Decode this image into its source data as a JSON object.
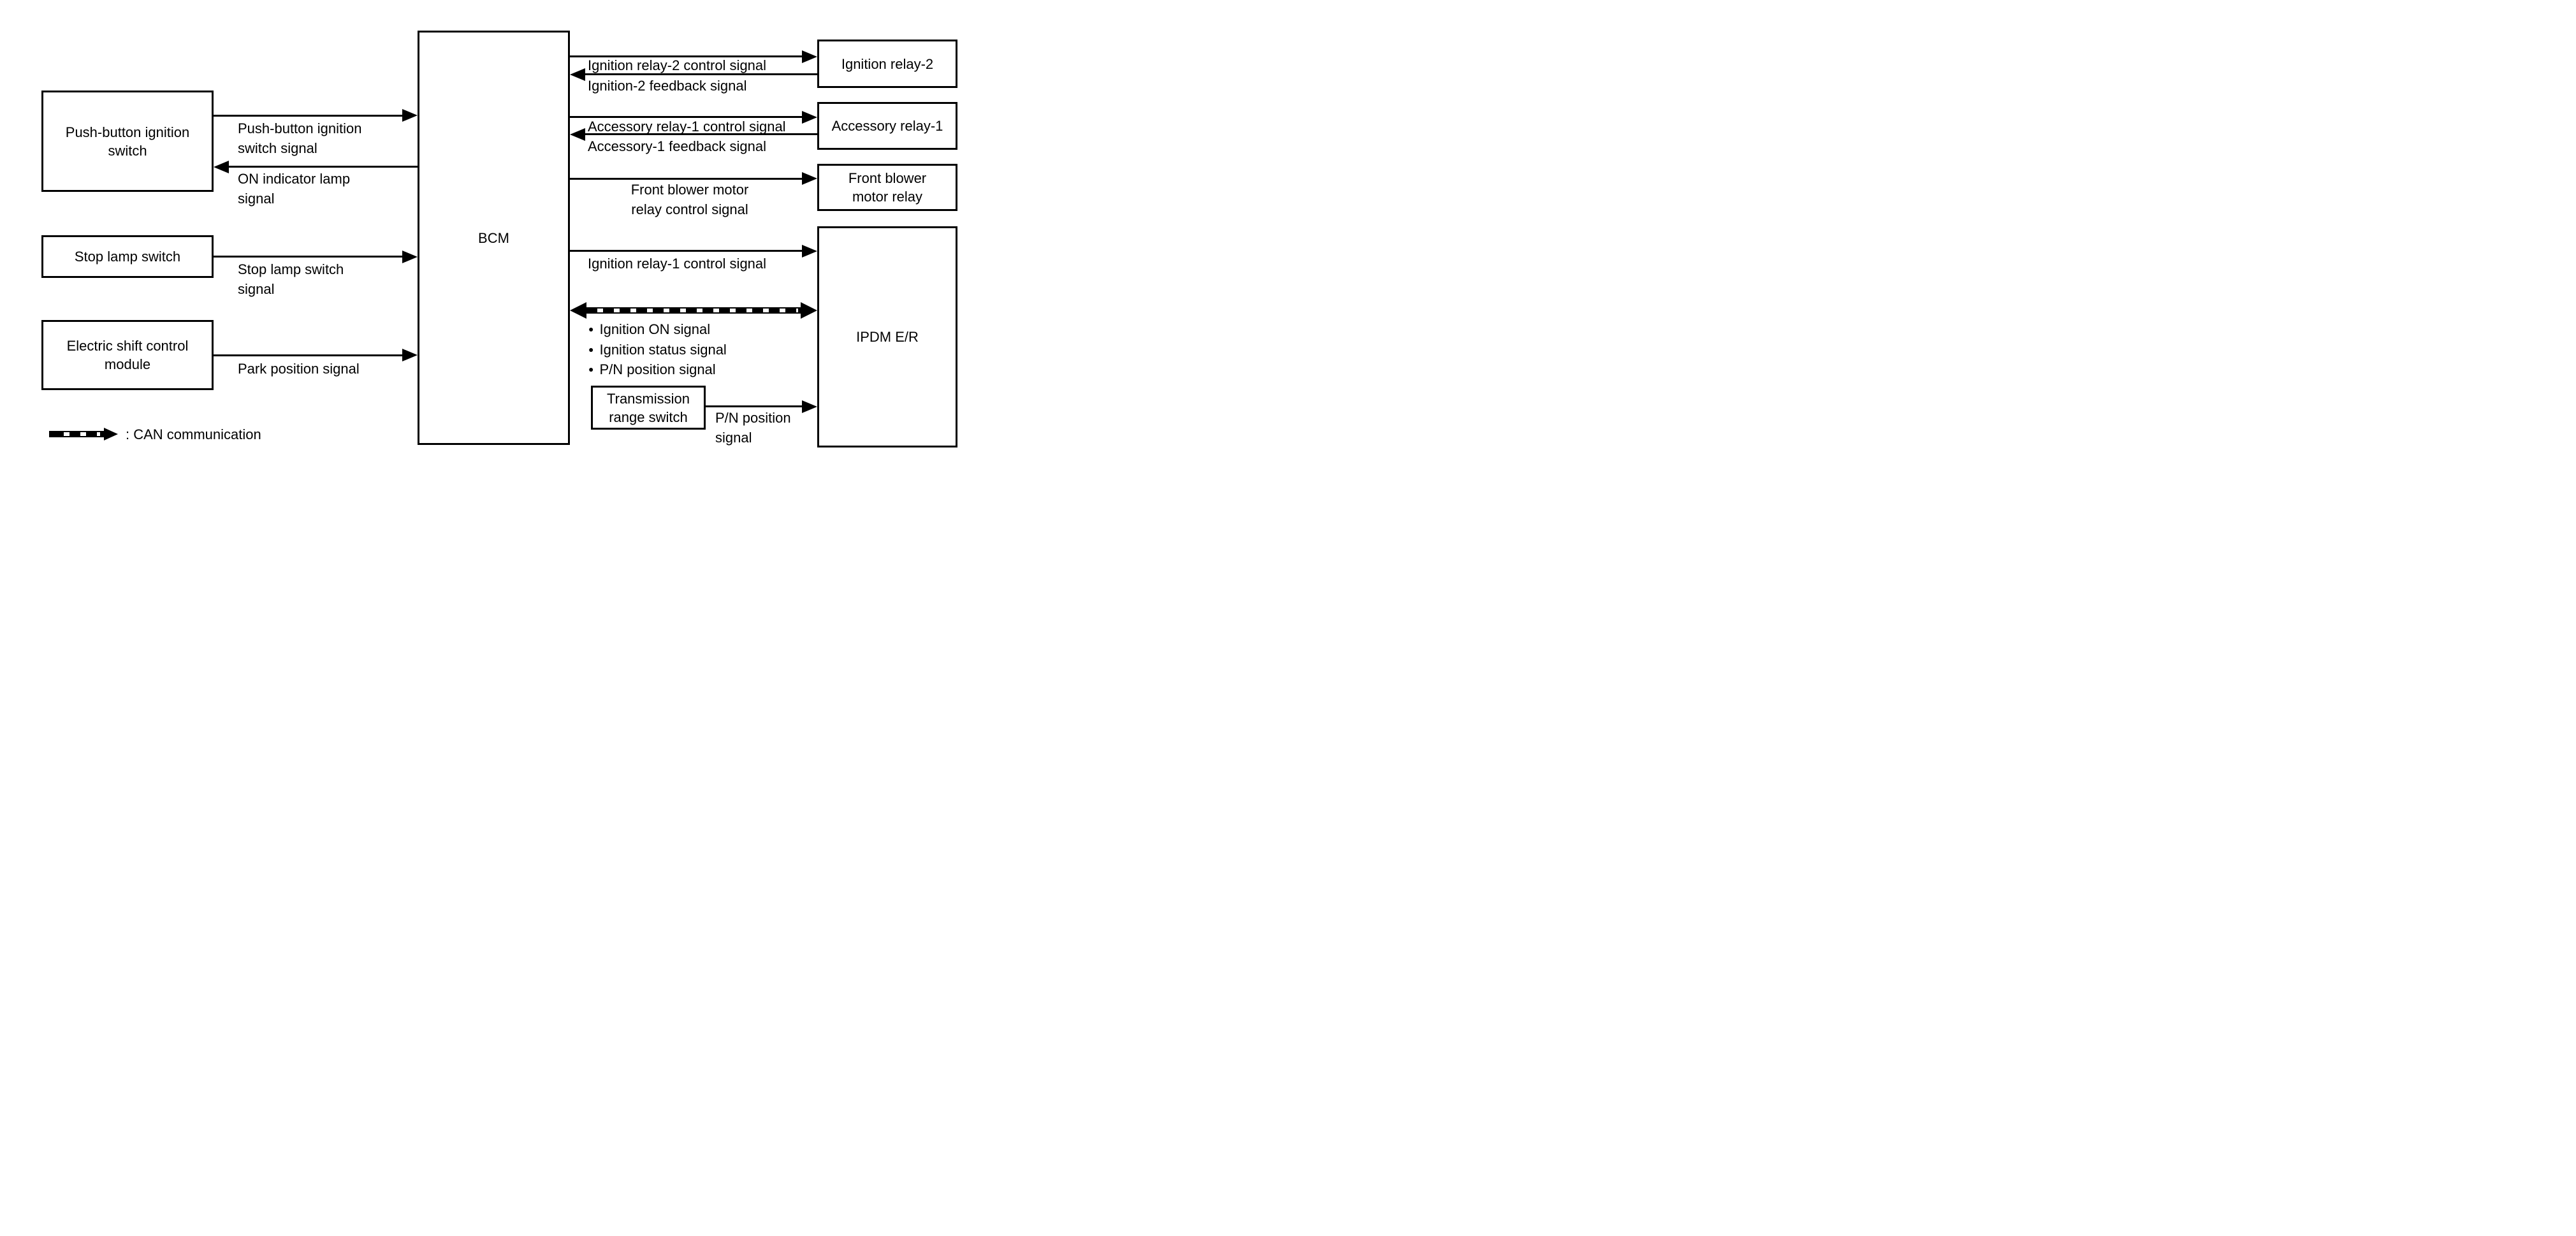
{
  "boxes": {
    "push_button": "Push-button ignition switch",
    "stop_lamp": "Stop lamp switch",
    "electric_shift": "Electric shift control module",
    "bcm": "BCM",
    "ignition_relay_2": "Ignition relay-2",
    "accessory_relay_1": "Accessory relay-1",
    "front_blower_motor_relay": "Front blower motor relay",
    "ipdm_er": "IPDM E/R",
    "transmission_range_switch": "Transmission range switch"
  },
  "signals": {
    "push_button_ignition_switch": "Push-button ignition switch signal",
    "on_indicator_lamp": "ON indicator lamp signal",
    "stop_lamp_switch": "Stop lamp switch signal",
    "park_position": "Park position signal",
    "ignition_relay_2_control": "Ignition relay-2 control signal",
    "ignition_2_feedback": "Ignition-2 feedback signal",
    "accessory_relay_1_control": "Accessory relay-1 control signal",
    "accessory_1_feedback": "Accessory-1 feedback signal",
    "front_blower_motor_relay_control": "Front blower motor relay control signal",
    "ignition_relay_1_control": "Ignition relay-1 control signal",
    "pn_position": "P/N position signal"
  },
  "can_signals": {
    "bullet_icon": "●",
    "items": [
      "Ignition ON signal",
      "Ignition status signal",
      "P/N position signal"
    ]
  },
  "legend": {
    "can_label": ": CAN communication"
  },
  "colors": {
    "line": "#000000",
    "background": "#ffffff"
  }
}
